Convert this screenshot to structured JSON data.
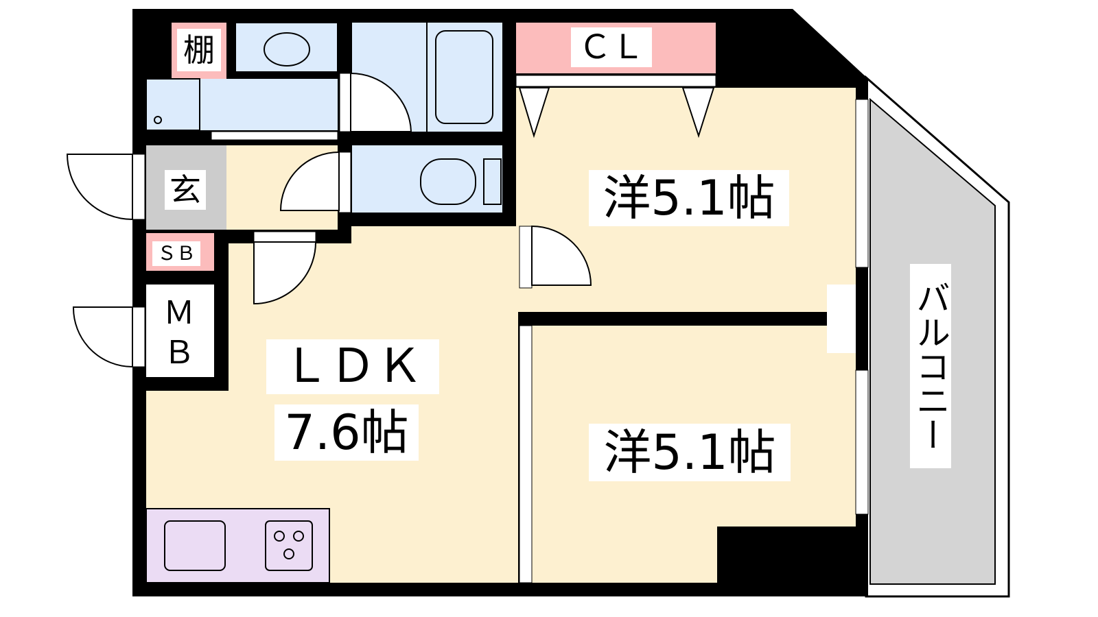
{
  "floorplan": {
    "rooms": {
      "shelf": "棚",
      "closet": "ＣＬ",
      "western_room_upper": "洋5.1帖",
      "entrance": "玄",
      "shoe_box": "ＳＢ",
      "meter_box_line1": "Ｍ",
      "meter_box_line2": "Ｂ",
      "ldk": "ＬＤＫ",
      "ldk_size": "7.6帖",
      "western_room_lower": "洋5.1帖",
      "balcony": "バルコニー"
    },
    "colors": {
      "wall": "#000000",
      "room_floor": "#fdf0d0",
      "wet_area": "#dcebfc",
      "storage": "#fcbcbc",
      "entrance": "#cccccc",
      "kitchen": "#ebdcf4",
      "balcony": "#d4d4d4"
    }
  }
}
